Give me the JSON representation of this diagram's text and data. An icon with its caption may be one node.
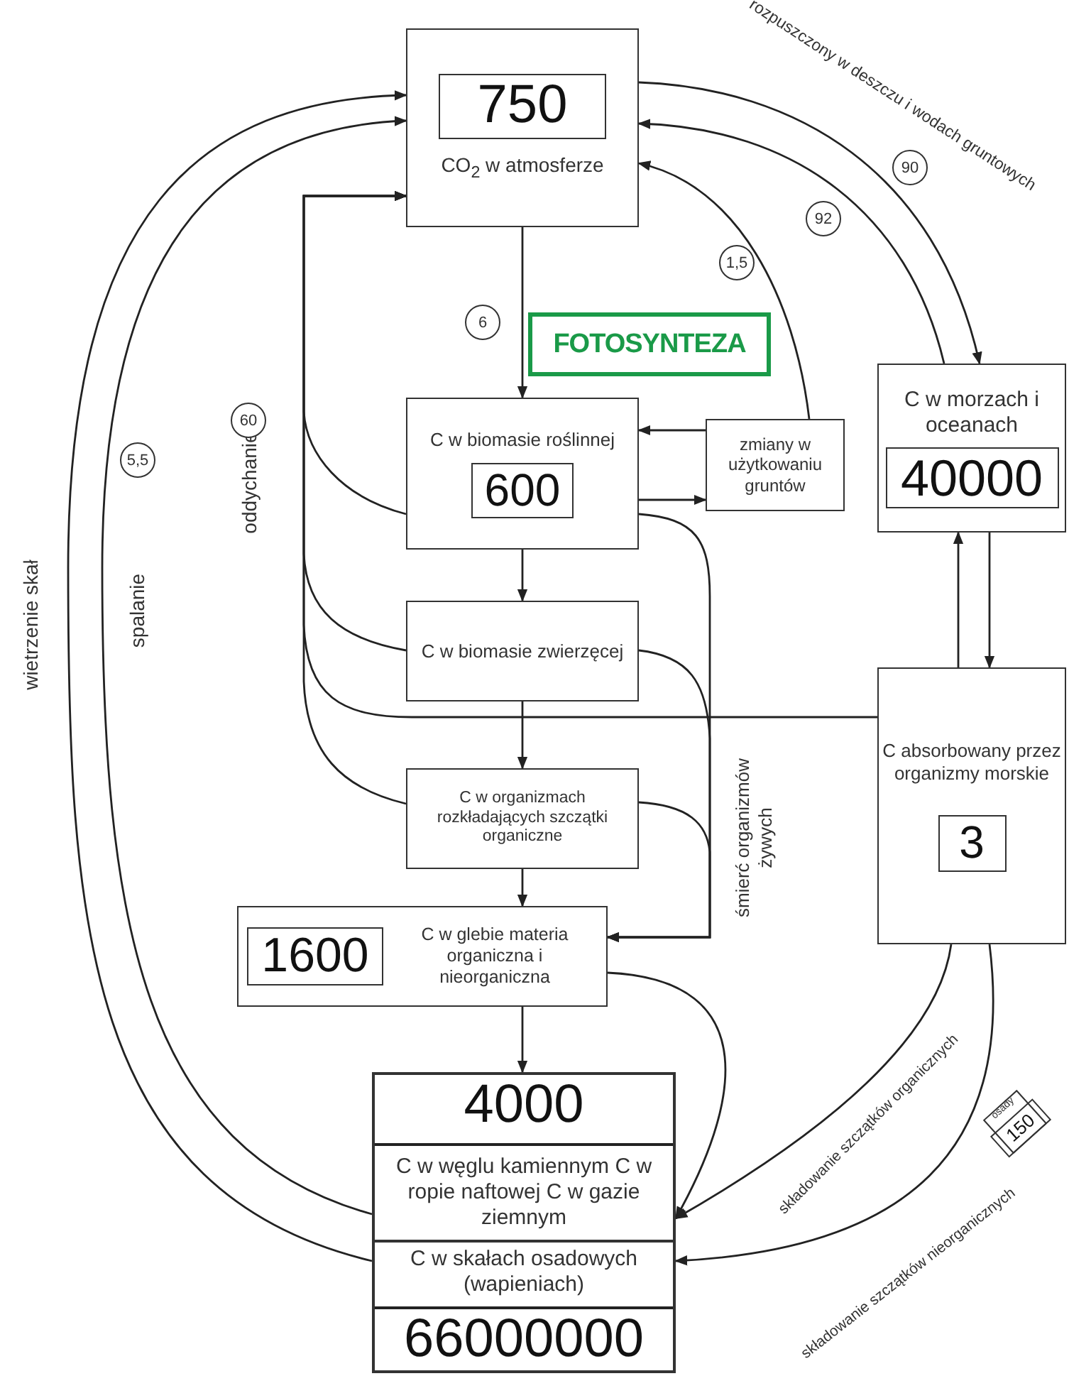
{
  "diagram": {
    "nodes": [
      {
        "text": [
          "750",
          "CO$_{2}$ w atmosferze"
        ]
      },
      {
        "text": [
          "FOTOSYNTEZA"
        ]
      },
      {
        "text": [
          "C w biomasie roślinnej",
          "600"
        ]
      },
      {
        "text": [
          "zmiany w użytkowaniu gruntów"
        ]
      },
      {
        "text": [
          "C w morzach i oceanach",
          "40000"
        ]
      },
      {
        "text": [
          "C w biomasie zwierzęcej"
        ]
      },
      {
        "text": [
          "C w organizmach rozkładających szczątki organiczne"
        ]
      },
      {
        "text": [
          "C absorbowany przez organizmy morskie",
          "3"
        ]
      },
      {
        "text": [
          "1600",
          "C w glebie materia organiczna i nieorganiczna"
        ]
      },
      {
        "text": [
          "4000",
          "C w węglu kamiennym C w ropie naftowej C w gazie ziemnym"
        ]
      },
      {
        "text": [
          "C w skałach osadowych (wapieniach)",
          "66000000"
        ]
      },
      {
        "text": [
          "osady",
          "150"
        ]
      }
    ],
    "edges": [
      {
        "from": 0,
        "to": 2,
        "arrow": "to"
      },
      {
        "from": 0,
        "to": 4,
        "arrow": "to",
        "label": "rozpuszczony w deszczu i wodach gruntowych"
      },
      {
        "from": 4,
        "to": 0,
        "arrow": "to"
      },
      {
        "from": 3,
        "to": 0,
        "arrow": "to"
      },
      {
        "from": 3,
        "to": 2,
        "arrow": "to"
      },
      {
        "from": 2,
        "to": 3,
        "arrow": "to"
      },
      {
        "from": 2,
        "to": 0,
        "arrow": "to",
        "label": "oddychanie"
      },
      {
        "from": 5,
        "to": 0,
        "arrow": "to"
      },
      {
        "from": 6,
        "to": 0,
        "arrow": "to"
      },
      {
        "from": 7,
        "to": 0,
        "arrow": "to"
      },
      {
        "from": 2,
        "to": 5,
        "arrow": "to"
      },
      {
        "from": 5,
        "to": 6,
        "arrow": "to"
      },
      {
        "from": 6,
        "to": 8,
        "arrow": "to"
      },
      {
        "from": 8,
        "to": 9,
        "arrow": "to"
      },
      {
        "from": 2,
        "to": 8,
        "arrow": "to",
        "label": "śmierć organizmów żywych"
      },
      {
        "from": 5,
        "to": 8,
        "arrow": "to"
      },
      {
        "from": 6,
        "to": 8,
        "arrow": "to"
      },
      {
        "from": 8,
        "to": 9,
        "arrow": "to"
      },
      {
        "from": 7,
        "to": 4,
        "arrow": "to"
      },
      {
        "from": 4,
        "to": 7,
        "arrow": "to"
      },
      {
        "from": 7,
        "to": 9,
        "arrow": "to",
        "label": "składowanie szczątków organicznych"
      },
      {
        "from": 7,
        "to": 10,
        "arrow": "to",
        "label": "składowanie szczątków nieorganicznych"
      },
      {
        "from": 9,
        "to": 0,
        "arrow": "to",
        "label": "spalanie"
      },
      {
        "from": 10,
        "to": 0,
        "arrow": "to",
        "label": "wietrzenie skał"
      }
    ],
    "labels": [
      "90",
      "92",
      "1,5",
      "6",
      "60",
      "5,5"
    ]
  }
}
